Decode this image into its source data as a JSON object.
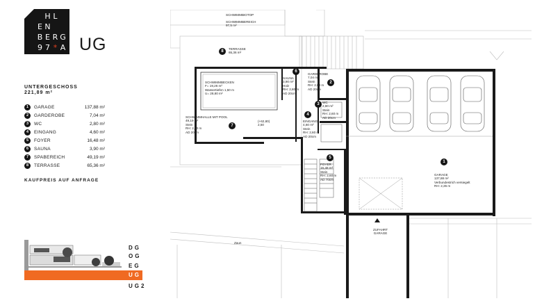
{
  "logo": {
    "letters": [
      "",
      "H",
      "L",
      "",
      "E",
      "N",
      "",
      "",
      "B",
      "E",
      "R",
      "G",
      "9",
      "7",
      "*",
      "A"
    ]
  },
  "level": "UG",
  "summary": {
    "title": "UNTERGESCHOSS",
    "area": "221,89 m²"
  },
  "rooms": [
    {
      "no": "1",
      "name": "GARAGE",
      "area": "137,88 m²"
    },
    {
      "no": "2",
      "name": "GARDEROBE",
      "area": "7,04 m²"
    },
    {
      "no": "3",
      "name": "WC",
      "area": "2,80 m²"
    },
    {
      "no": "4",
      "name": "EINGANG",
      "area": "4,60 m²"
    },
    {
      "no": "5",
      "name": "FOYER",
      "area": "16,48 m²"
    },
    {
      "no": "6",
      "name": "SAUNA",
      "area": "3,90 m²"
    },
    {
      "no": "7",
      "name": "SPABEREICH",
      "area": "49,19 m²"
    },
    {
      "no": "8",
      "name": "TERRASSE",
      "area": "65,36 m²"
    }
  ],
  "price": "KAUFPREIS AUF ANFRAGE",
  "section_levels": [
    "DG",
    "OG",
    "EG",
    "UG",
    "UG2"
  ],
  "active_level": "UG",
  "colors": {
    "accent": "#f06a22",
    "logo_bg": "#151515",
    "logo_accent": "#e0411f"
  },
  "plan": {
    "biotop": "SCHWIMMBIOTOP",
    "schwimmbereich": "SCHWIMMBEREICH\n97,5 m²",
    "terrasse": "TERRASSE\n65,36 m²",
    "schwimmbecken": "SCHWIMMBECKEN\nF= 19,26 m²\nWassertiefen 1,50 m\nU= 28,80 m²",
    "sauna": "SAUNA\n3,90 m²\nHolz\nRH: 2,80 m\nAD 20cm",
    "garderobe": "GARDEROBE\n7,04 m²\nStein\nRH: 2,60 m\nAD 20cm",
    "wc": "WC\n2,80 m²\nStein\nRH: 2,60 m\nAD 20cm",
    "eingang": "EINGANG\n4,60 m²\nStein\nRH: 2,60 m\nAD 20cm",
    "spabereich": "SCHWIMMHALLE MIT POOL\n49,19 m²\nStein\nRH: 2,60 m\nAD 20cm",
    "foyer": "FOYER\n16,48 m²\nStein\nRH: 2,60 m\nAD 70cm",
    "garage": "GARAGE\n137,88 m²\nVerbundestrich versiegelt\nRH: 2,35 m",
    "zufahrt": "ZUFAHRT\nGARAGE",
    "zaun": "Zaun",
    "level_mark": "(+62,80)\n2,50"
  }
}
